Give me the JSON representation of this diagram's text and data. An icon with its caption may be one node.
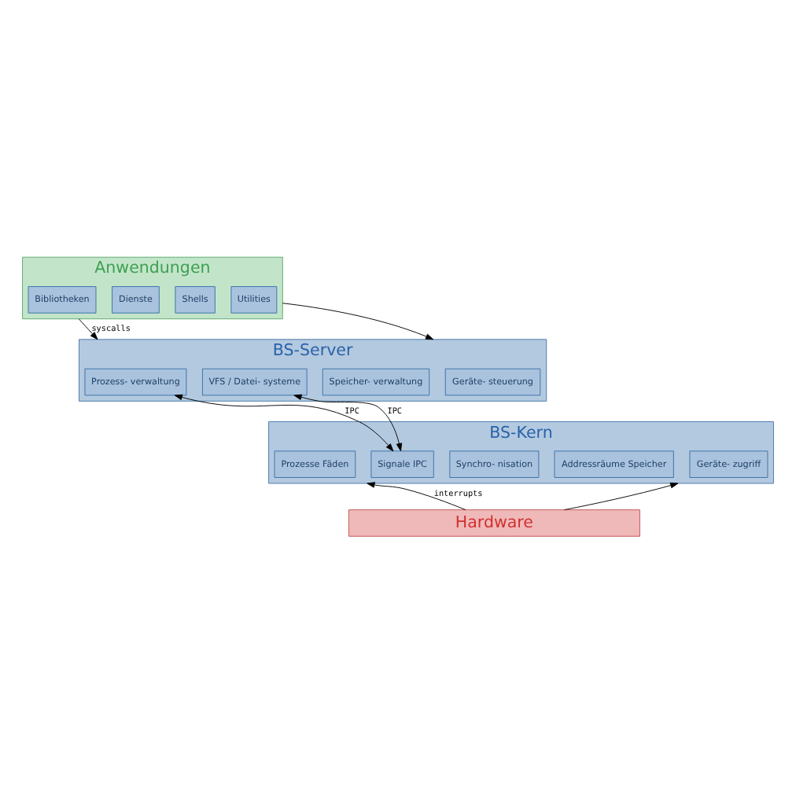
{
  "diagram": {
    "nodes": [
      {
        "text": [
          "Anwendungen"
        ]
      },
      {
        "text": [
          "Bibliotheken"
        ],
        "in": 0
      },
      {
        "text": [
          "Dienste"
        ],
        "in": 0
      },
      {
        "text": [
          "Shells"
        ],
        "in": 0
      },
      {
        "text": [
          "Utilities"
        ],
        "in": 0
      },
      {
        "text": [
          "BS-Server"
        ]
      },
      {
        "text": [
          "Prozess- verwaltung"
        ],
        "in": 5
      },
      {
        "text": [
          "VFS / Datei- systeme"
        ],
        "in": 5
      },
      {
        "text": [
          "Speicher- verwaltung"
        ],
        "in": 5
      },
      {
        "text": [
          "Geräte- steuerung"
        ],
        "in": 5
      },
      {
        "text": [
          "BS-Kern"
        ]
      },
      {
        "text": [
          "Prozesse Fäden"
        ],
        "in": 10
      },
      {
        "text": [
          "Signale IPC"
        ],
        "in": 10
      },
      {
        "text": [
          "Synchro- nisation"
        ],
        "in": 10
      },
      {
        "text": [
          "Addressräume Speicher"
        ],
        "in": 10
      },
      {
        "text": [
          "Geräte- zugriff"
        ],
        "in": 10
      },
      {
        "text": [
          "Hardware"
        ]
      }
    ],
    "edges": [
      {
        "from": 0,
        "to": 5,
        "arrow": "to",
        "label": "syscalls"
      },
      {
        "from": 0,
        "to": 5,
        "arrow": "to"
      },
      {
        "from": 12,
        "to": 6,
        "arrow": "both",
        "label": "IPC"
      },
      {
        "from": 12,
        "to": 7,
        "arrow": "both",
        "label": "IPC"
      },
      {
        "from": 16,
        "to": 10,
        "arrow": "to",
        "label": "interrupts"
      },
      {
        "from": 16,
        "to": 10,
        "arrow": "to"
      }
    ]
  }
}
